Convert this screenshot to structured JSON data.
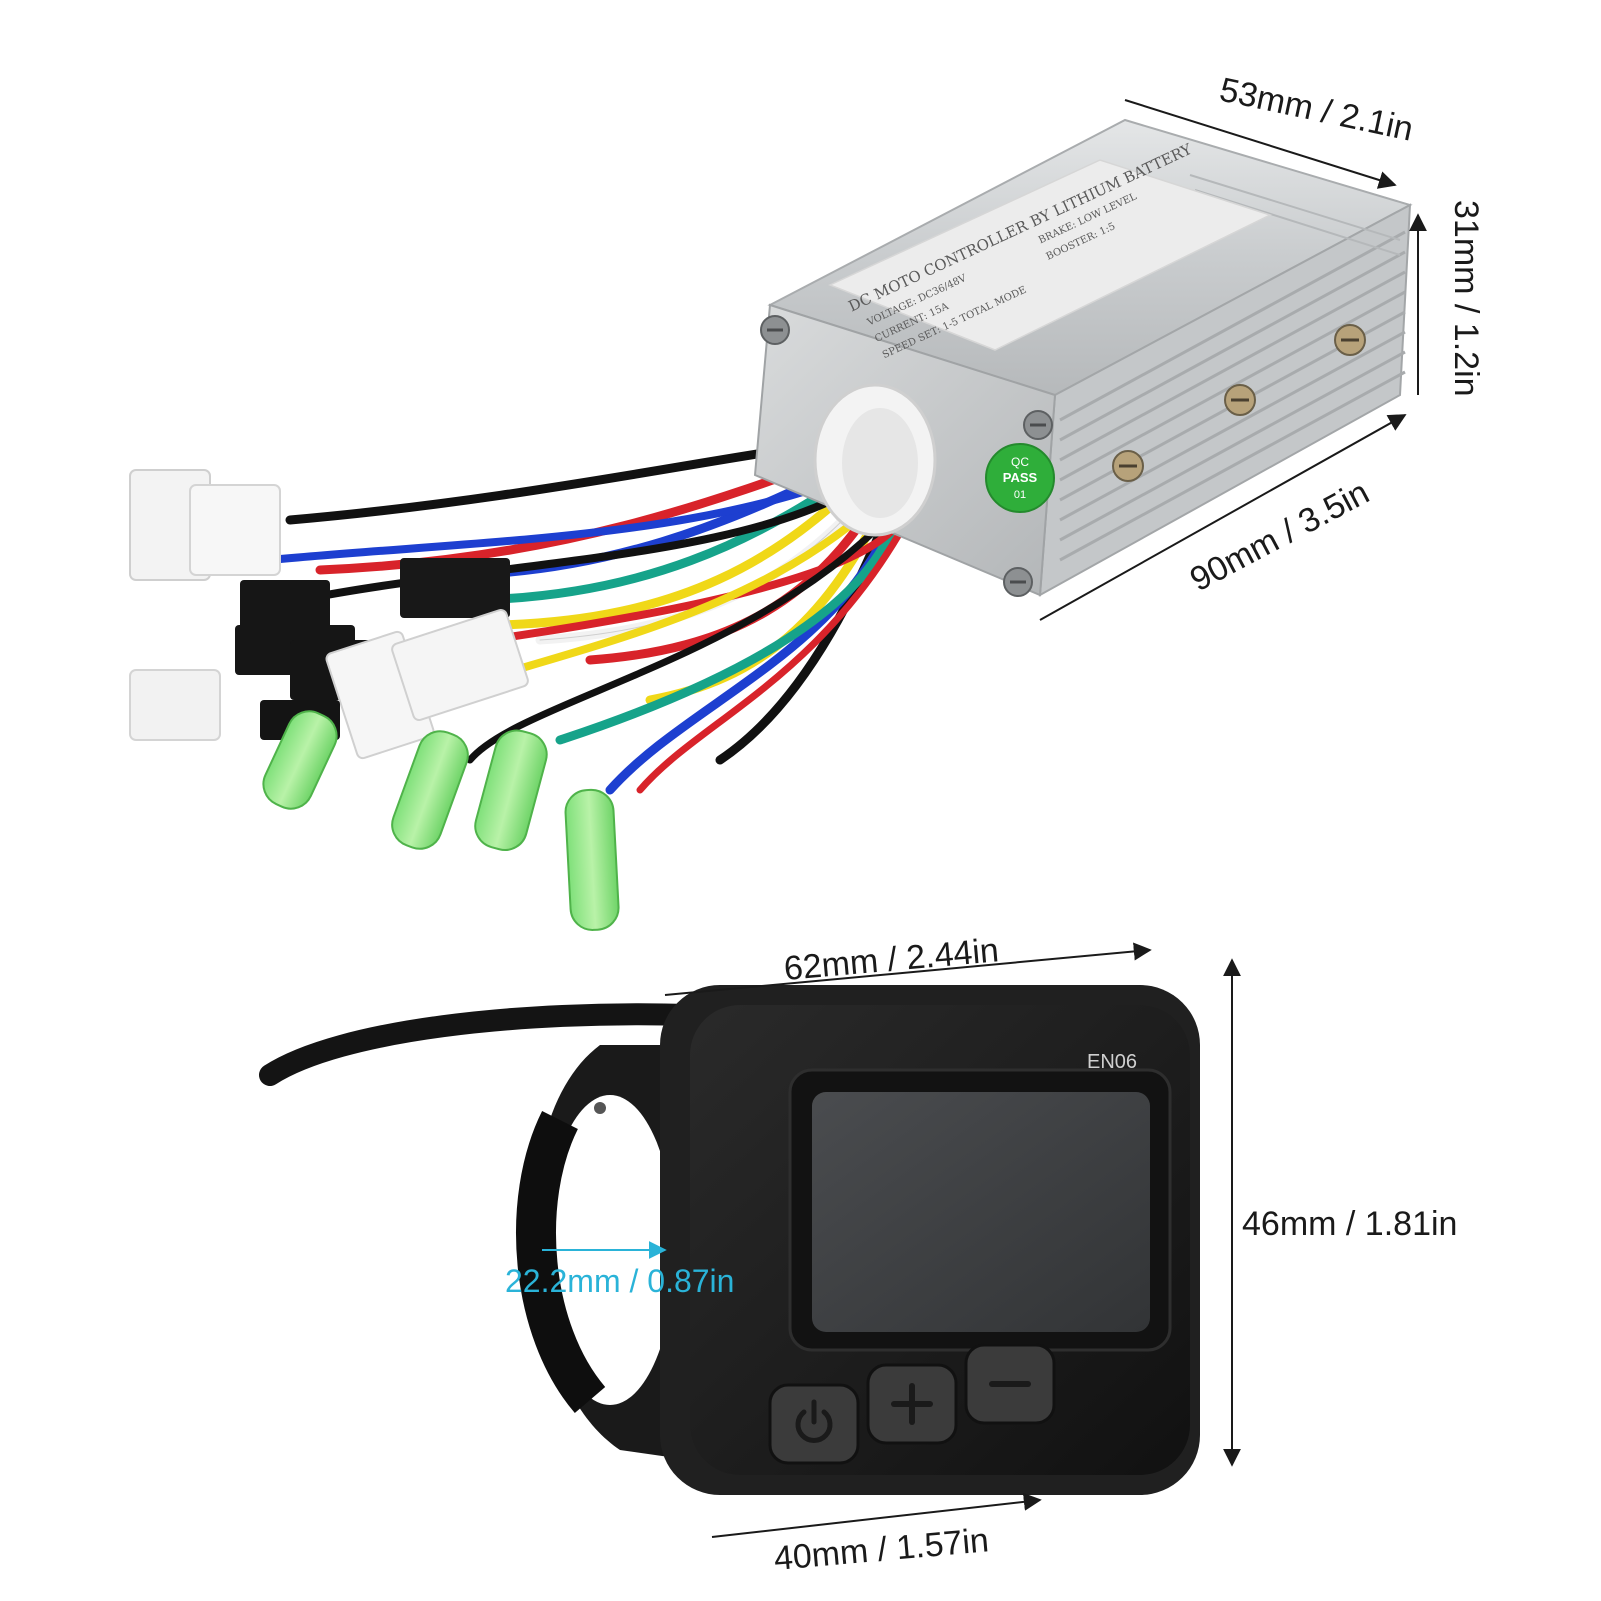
{
  "controller": {
    "label_title": "DC MOTO CONTROLLER BY LITHIUM BATTERY",
    "label_line1": "VOLTAGE: DC36/48V",
    "label_line2": "CURRENT: 15A",
    "label_line3": "SPEED SET: 1-5 TOTAL MODE",
    "label_line4": "BRAKE: LOW LEVEL",
    "label_line5": "BOOSTER: 1:5",
    "qc_line1": "QC",
    "qc_line2": "PASS",
    "qc_line3": "01",
    "housing_color": "#cfd2d4",
    "qc_color": "#2fae3a"
  },
  "display": {
    "model": "EN06",
    "buttons": [
      "power-icon",
      "plus-icon",
      "minus-icon"
    ],
    "bezel_color": "#1c1c1c",
    "screen_color": "#3d3f42"
  },
  "dimensions": {
    "controller_width": "53mm / 2.1in",
    "controller_height": "31mm / 1.2in",
    "controller_length": "90mm / 3.5in",
    "display_width": "62mm / 2.44in",
    "display_height": "46mm / 1.81in",
    "display_depth": "40mm / 1.57in",
    "clamp_diameter": "22.2mm / 0.87in"
  }
}
